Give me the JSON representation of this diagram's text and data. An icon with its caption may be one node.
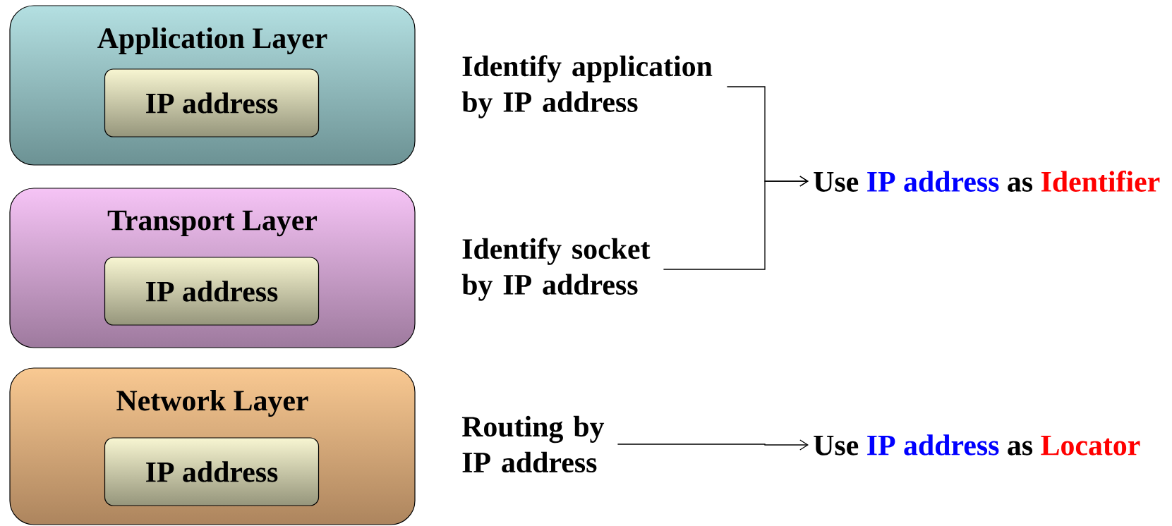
{
  "diagram": {
    "nodes": [
      {
        "text": [
          "Application Layer"
        ]
      },
      {
        "text": [
          "IP address"
        ],
        "in": 0
      },
      {
        "text": [
          "Transport Layer"
        ]
      },
      {
        "text": [
          "IP address"
        ],
        "in": 2
      },
      {
        "text": [
          "Network Layer"
        ]
      },
      {
        "text": [
          "IP address"
        ],
        "in": 4
      },
      {
        "text": [
          "Identify application by IP address"
        ]
      },
      {
        "text": [
          "Identify socket by IP address"
        ]
      },
      {
        "text": [
          "Use",
          "IP address",
          "as",
          "Identifier"
        ]
      },
      {
        "text": [
          "Routing by IP address"
        ]
      },
      {
        "text": [
          "Use",
          "IP address",
          "as",
          "Locator"
        ]
      }
    ],
    "edges": [
      {
        "from": 6,
        "to": 8,
        "arrow": "to"
      },
      {
        "from": 7,
        "to": 8,
        "arrow": "to"
      },
      {
        "from": 9,
        "to": 10,
        "arrow": "to"
      }
    ]
  }
}
